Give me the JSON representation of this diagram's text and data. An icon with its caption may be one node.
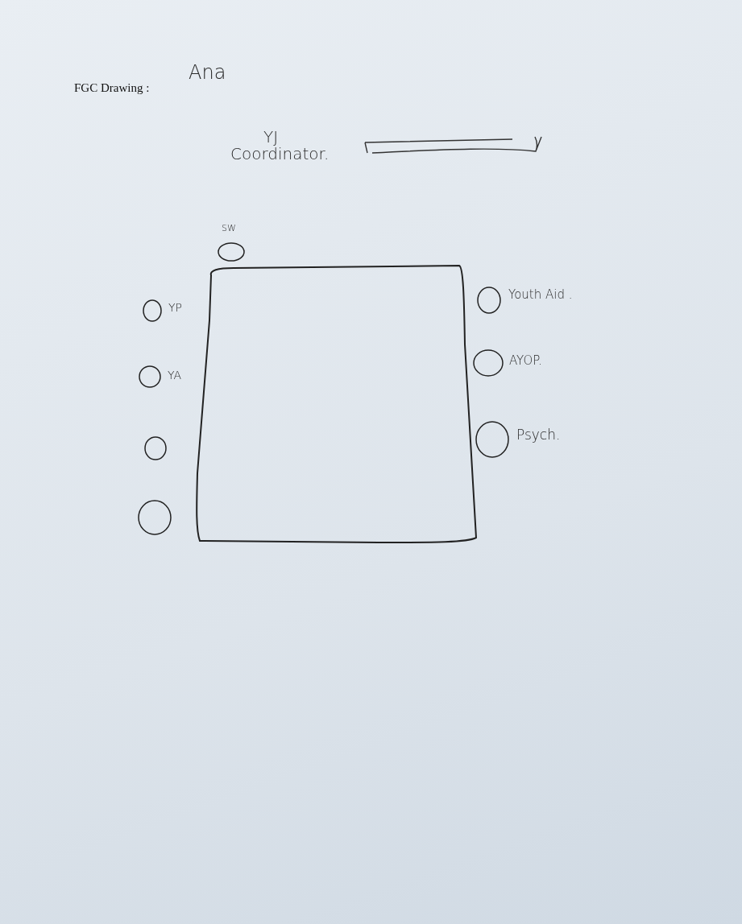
{
  "diagram": {
    "title": "FGC Drawing :",
    "nodes": [
      {
        "text": [],
        "shape": "box"
      },
      {
        "text": [
          "SW"
        ]
      },
      {
        "text": [
          "YP"
        ]
      },
      {
        "text": [
          "YA"
        ]
      },
      {
        "text": [],
        "shape": "circle"
      },
      {
        "text": [],
        "shape": "circle"
      },
      {
        "text": [
          "Youth Aid ."
        ]
      },
      {
        "text": [
          "AYOP."
        ]
      },
      {
        "text": [
          "Psych."
        ]
      }
    ],
    "labels": [
      "Ana",
      "YJ Coordinator."
    ]
  }
}
